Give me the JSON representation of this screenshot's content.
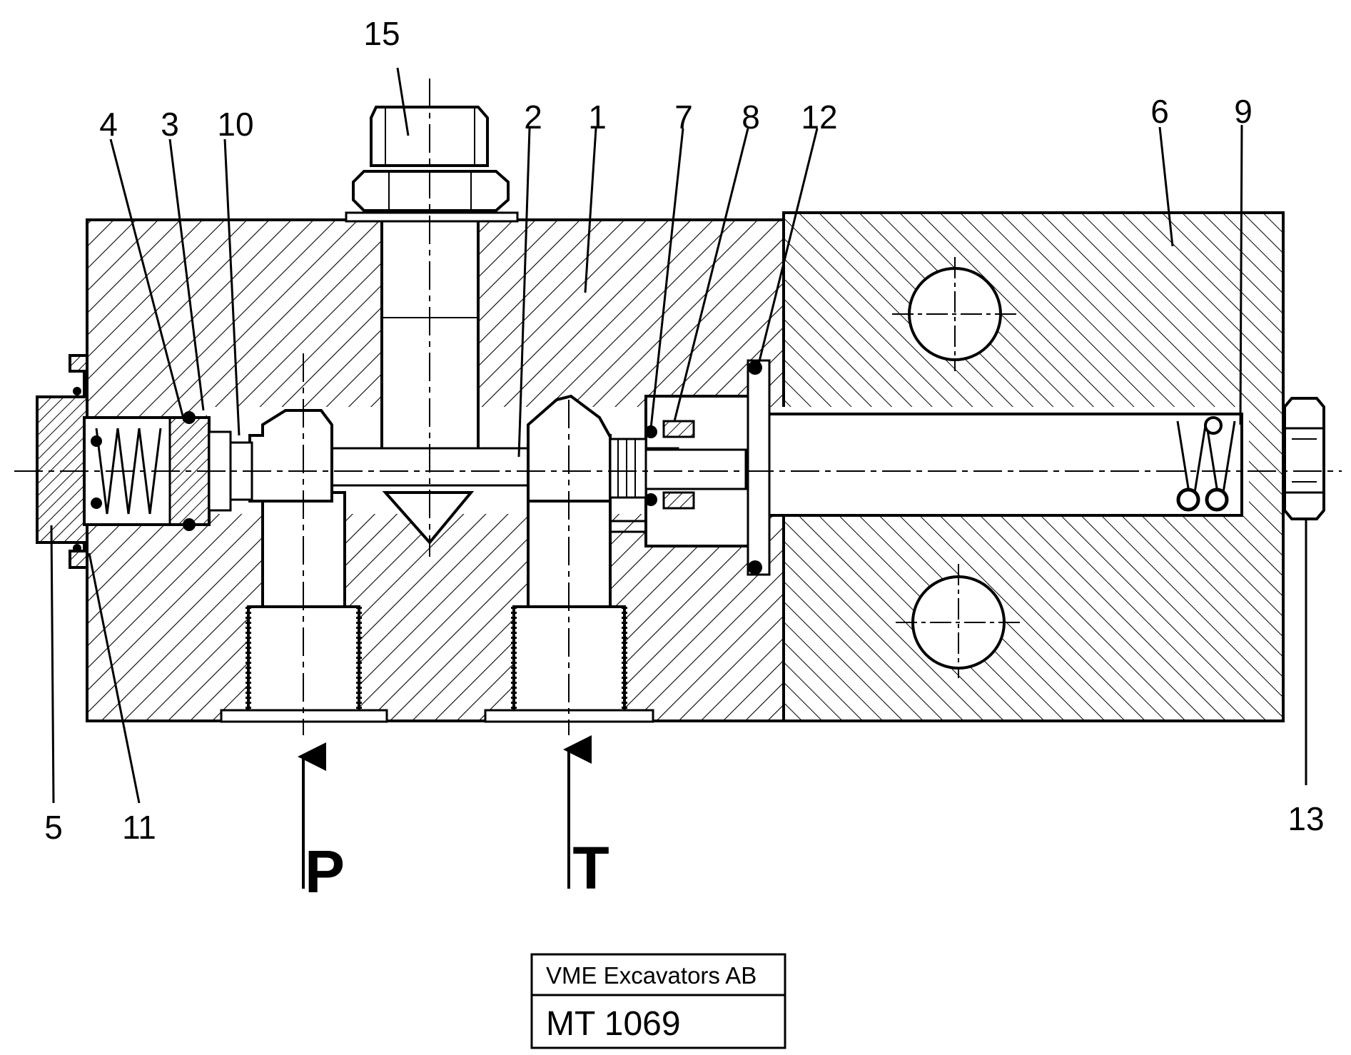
{
  "callouts": {
    "c1": "1",
    "c2": "2",
    "c3": "3",
    "c4": "4",
    "c5": "5",
    "c6": "6",
    "c7": "7",
    "c8": "8",
    "c9": "9",
    "c10": "10",
    "c11": "11",
    "c12": "12",
    "c13": "13",
    "c15": "15"
  },
  "ports": {
    "pressure": "P",
    "tank": "T"
  },
  "title_block": {
    "company": "VME Excavators AB",
    "drawing_number": "MT 1069"
  }
}
